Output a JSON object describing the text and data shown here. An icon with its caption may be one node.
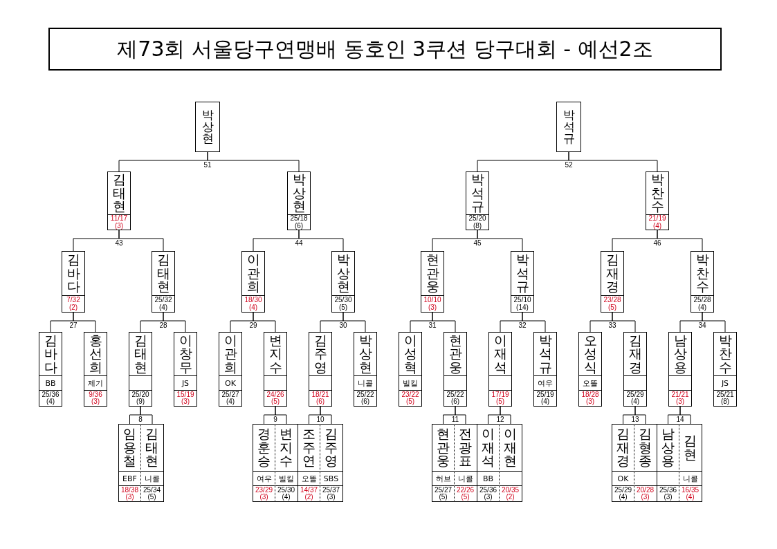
{
  "diagram": {
    "title": "제73회 서울당구연맹배 동호인 3쿠션 당구대회 - 예선2조",
    "nodes": [
      {
        "text": [
          "박상현"
        ]
      },
      {
        "text": [
          "박석규"
        ]
      },
      {
        "text": [
          "김태현",
          "11/17 (3)"
        ]
      },
      {
        "text": [
          "박상현",
          "25/18 (6)"
        ]
      },
      {
        "text": [
          "박석규",
          "25/20 (8)"
        ]
      },
      {
        "text": [
          "박찬수",
          "21/19 (4)"
        ]
      },
      {
        "text": [
          "김바다",
          "7/32 (2)"
        ]
      },
      {
        "text": [
          "김태현",
          "25/32 (4)"
        ]
      },
      {
        "text": [
          "이관희",
          "18/30 (4)"
        ]
      },
      {
        "text": [
          "박상현",
          "25/30 (5)"
        ]
      },
      {
        "text": [
          "현관웅",
          "10/10 (3)"
        ]
      },
      {
        "text": [
          "박석규",
          "25/10 (14)"
        ]
      },
      {
        "text": [
          "김재경",
          "23/28 (5)"
        ]
      },
      {
        "text": [
          "박찬수",
          "25/28 (4)"
        ]
      },
      {
        "text": [
          "김바다",
          "BB",
          "25/36 (4)"
        ]
      },
      {
        "text": [
          "홍선희",
          "제기",
          "9/36 (3)"
        ]
      },
      {
        "text": [
          "김태현",
          "25/20 (9)"
        ]
      },
      {
        "text": [
          "이창무",
          "JS",
          "15/19 (3)"
        ]
      },
      {
        "text": [
          "이관희",
          "OK",
          "25/27 (4)"
        ]
      },
      {
        "text": [
          "변지수",
          "24/26 (5)"
        ]
      },
      {
        "text": [
          "김주영",
          "18/21 (6)"
        ]
      },
      {
        "text": [
          "박상현",
          "니콜",
          "25/22 (6)"
        ]
      },
      {
        "text": [
          "이성혁",
          "빌킬",
          "23/22 (5)"
        ]
      },
      {
        "text": [
          "현관웅",
          "25/22 (6)"
        ]
      },
      {
        "text": [
          "이재석",
          "17/19 (5)"
        ]
      },
      {
        "text": [
          "박석규",
          "여우",
          "25/19 (4)"
        ]
      },
      {
        "text": [
          "오성식",
          "오똘",
          "18/28 (3)"
        ]
      },
      {
        "text": [
          "김재경",
          "25/29 (4)"
        ]
      },
      {
        "text": [
          "남상용",
          "21/21 (3)"
        ]
      },
      {
        "text": [
          "박찬수",
          "JS",
          "25/21 (8)"
        ]
      },
      {
        "text": [
          "임용철",
          "EBF",
          "18/38 (3)"
        ]
      },
      {
        "text": [
          "김태현",
          "니콜",
          "25/34 (5)"
        ]
      },
      {
        "text": [
          "경훈승",
          "여우",
          "23/29 (3)"
        ]
      },
      {
        "text": [
          "변지수",
          "빌킬",
          "25/30 (4)"
        ]
      },
      {
        "text": [
          "조주연",
          "오똘",
          "14/37 (2)"
        ]
      },
      {
        "text": [
          "김주영",
          "SBS",
          "25/37 (3)"
        ]
      },
      {
        "text": [
          "현관웅",
          "허브",
          "25/27 (5)"
        ]
      },
      {
        "text": [
          "전광표",
          "니콜",
          "22/26 (5)"
        ]
      },
      {
        "text": [
          "이재석",
          "BB",
          "25/36 (3)"
        ]
      },
      {
        "text": [
          "이재현",
          "20/35 (2)"
        ]
      },
      {
        "text": [
          "김재경",
          "OK",
          "25/29 (4)"
        ]
      },
      {
        "text": [
          "김형종",
          "20/28 (3)"
        ]
      },
      {
        "text": [
          "남상용",
          "25/36 (3)"
        ]
      },
      {
        "text": [
          "김 현",
          "니콜",
          "16/35 (4)"
        ]
      }
    ],
    "edges": [
      {
        "from": 2,
        "to": 0,
        "arrow": "none",
        "label": "51"
      },
      {
        "from": 3,
        "to": 0,
        "arrow": "none"
      },
      {
        "from": 4,
        "to": 1,
        "arrow": "none",
        "label": "52"
      },
      {
        "from": 5,
        "to": 1,
        "arrow": "none"
      },
      {
        "from": 6,
        "to": 2,
        "arrow": "none",
        "label": "43"
      },
      {
        "from": 7,
        "to": 2,
        "arrow": "none"
      },
      {
        "from": 8,
        "to": 3,
        "arrow": "none",
        "label": "44"
      },
      {
        "from": 9,
        "to": 3,
        "arrow": "none"
      },
      {
        "from": 10,
        "to": 4,
        "arrow": "none",
        "label": "45"
      },
      {
        "from": 11,
        "to": 4,
        "arrow": "none"
      },
      {
        "from": 12,
        "to": 5,
        "arrow": "none",
        "label": "46"
      },
      {
        "from": 13,
        "to": 5,
        "arrow": "none"
      },
      {
        "from": 14,
        "to": 6,
        "arrow": "none",
        "label": "27"
      },
      {
        "from": 15,
        "to": 6,
        "arrow": "none"
      },
      {
        "from": 16,
        "to": 7,
        "arrow": "none",
        "label": "28"
      },
      {
        "from": 17,
        "to": 7,
        "arrow": "none"
      },
      {
        "from": 18,
        "to": 8,
        "arrow": "none",
        "label": "29"
      },
      {
        "from": 19,
        "to": 8,
        "arrow": "none"
      },
      {
        "from": 20,
        "to": 9,
        "arrow": "none",
        "label": "30"
      },
      {
        "from": 21,
        "to": 9,
        "arrow": "none"
      },
      {
        "from": 22,
        "to": 10,
        "arrow": "none",
        "label": "31"
      },
      {
        "from": 23,
        "to": 10,
        "arrow": "none"
      },
      {
        "from": 24,
        "to": 11,
        "arrow": "none",
        "label": "32"
      },
      {
        "from": 25,
        "to": 11,
        "arrow": "none"
      },
      {
        "from": 26,
        "to": 12,
        "arrow": "none",
        "label": "33"
      },
      {
        "from": 27,
        "to": 12,
        "arrow": "none"
      },
      {
        "from": 28,
        "to": 13,
        "arrow": "none",
        "label": "34"
      },
      {
        "from": 29,
        "to": 13,
        "arrow": "none"
      },
      {
        "from": 30,
        "to": 16,
        "arrow": "none",
        "label": "8"
      },
      {
        "from": 31,
        "to": 16,
        "arrow": "none"
      },
      {
        "from": 32,
        "to": 19,
        "arrow": "none",
        "label": "9"
      },
      {
        "from": 33,
        "to": 19,
        "arrow": "none"
      },
      {
        "from": 34,
        "to": 20,
        "arrow": "none",
        "label": "10"
      },
      {
        "from": 35,
        "to": 20,
        "arrow": "none"
      },
      {
        "from": 36,
        "to": 23,
        "arrow": "none",
        "label": "11"
      },
      {
        "from": 37,
        "to": 23,
        "arrow": "none"
      },
      {
        "from": 38,
        "to": 24,
        "arrow": "none",
        "label": "12"
      },
      {
        "from": 39,
        "to": 24,
        "arrow": "none"
      },
      {
        "from": 40,
        "to": 27,
        "arrow": "none",
        "label": "13"
      },
      {
        "from": 41,
        "to": 27,
        "arrow": "none"
      },
      {
        "from": 42,
        "to": 28,
        "arrow": "none",
        "label": "14"
      },
      {
        "from": 43,
        "to": 28,
        "arrow": "none"
      }
    ]
  }
}
